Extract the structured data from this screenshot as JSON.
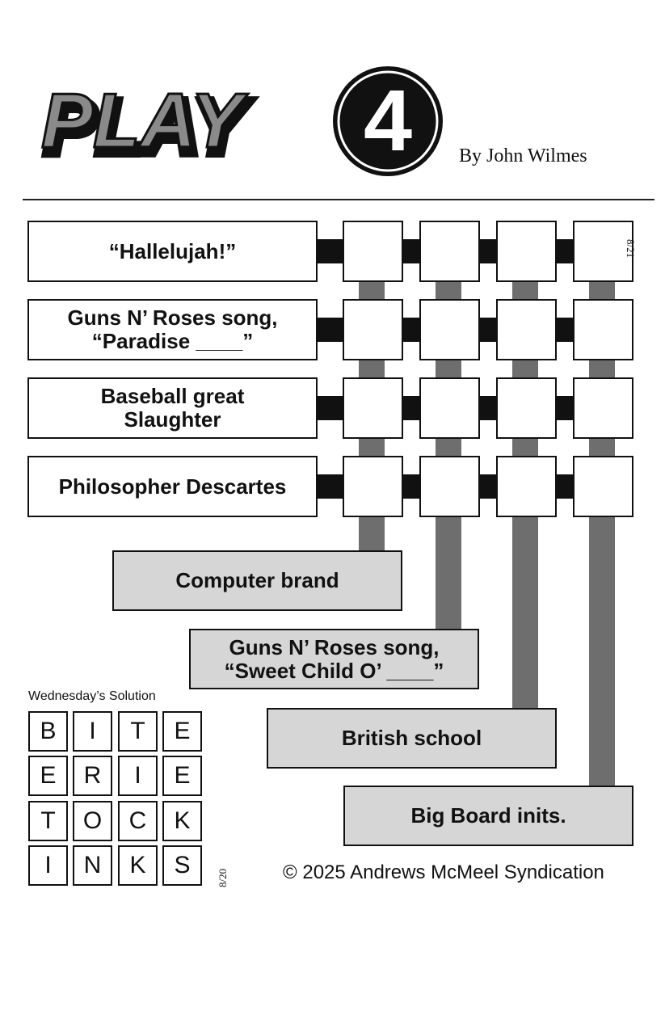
{
  "header": {
    "logo_text": "PLAY4",
    "byline": "By John Wilmes"
  },
  "puzzle": {
    "date": "8/21",
    "across_clues": [
      [
        "“Hallelujah!”"
      ],
      [
        "Guns N’ Roses song,",
        "“Paradise ____”"
      ],
      [
        "Baseball great",
        "Slaughter"
      ],
      [
        "Philosopher Descartes"
      ]
    ],
    "down_clues": [
      [
        "Computer brand"
      ],
      [
        "Guns N’ Roses song,",
        "“Sweet Child O’ ____”"
      ],
      [
        "British school"
      ],
      [
        "Big Board inits."
      ]
    ],
    "grid": [
      [
        "",
        "",
        "",
        ""
      ],
      [
        "",
        "",
        "",
        ""
      ],
      [
        "",
        "",
        "",
        ""
      ],
      [
        "",
        "",
        "",
        ""
      ]
    ]
  },
  "solution": {
    "title": "Wednesday’s Solution",
    "date": "8/20",
    "grid": [
      [
        "B",
        "I",
        "T",
        "E"
      ],
      [
        "E",
        "R",
        "I",
        "E"
      ],
      [
        "T",
        "O",
        "C",
        "K"
      ],
      [
        "I",
        "N",
        "K",
        "S"
      ]
    ]
  },
  "footer": {
    "copyright": "© 2025 Andrews McMeel Syndication"
  }
}
